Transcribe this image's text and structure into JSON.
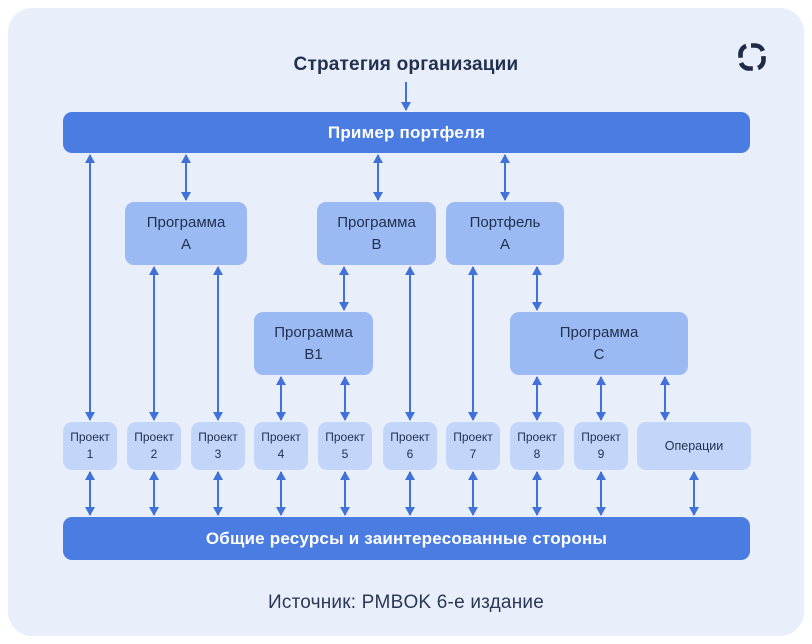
{
  "header": {
    "title": "Стратегия организации"
  },
  "icons": {
    "logo": "segmented-rounded-square-logo"
  },
  "colors": {
    "background": "#ffffff",
    "panel": "#e9eefb",
    "banner": "#4a7ce2",
    "node": "#9bbaf3",
    "project": "#c3d6fa",
    "arrow": "#4072d8",
    "ink": "#22314f",
    "logo": "#1e2a47",
    "white": "#ffffff"
  },
  "diagram": {
    "top_banner": "Пример портфеля",
    "bottom_banner": "Общие ресурсы и заинтересованные стороны",
    "programs": [
      {
        "label": "Программа",
        "sub": "A"
      },
      {
        "label": "Программа",
        "sub": "B"
      },
      {
        "label": "Портфель",
        "sub": "A"
      },
      {
        "label": "Программа",
        "sub": "B1"
      },
      {
        "label": "Программа",
        "sub": "C"
      }
    ],
    "projects": [
      {
        "label": "Проект",
        "sub": "1"
      },
      {
        "label": "Проект",
        "sub": "2"
      },
      {
        "label": "Проект",
        "sub": "3"
      },
      {
        "label": "Проект",
        "sub": "4"
      },
      {
        "label": "Проект",
        "sub": "5"
      },
      {
        "label": "Проект",
        "sub": "6"
      },
      {
        "label": "Проект",
        "sub": "7"
      },
      {
        "label": "Проект",
        "sub": "8"
      },
      {
        "label": "Проект",
        "sub": "9"
      }
    ],
    "operations": "Операции",
    "connections": [
      {
        "from": "Стратегия организации",
        "to": "Пример портфеля",
        "arrows": "down"
      },
      {
        "from": "Пример портфеля",
        "to": "Проект 1",
        "arrows": "both"
      },
      {
        "from": "Пример портфеля",
        "to": "Программа A",
        "arrows": "both"
      },
      {
        "from": "Пример портфеля",
        "to": "Программа B",
        "arrows": "both"
      },
      {
        "from": "Пример портфеля",
        "to": "Портфель A",
        "arrows": "both"
      },
      {
        "from": "Программа A",
        "to": "Проект 2",
        "arrows": "both"
      },
      {
        "from": "Программа A",
        "to": "Проект 3",
        "arrows": "both"
      },
      {
        "from": "Программа B",
        "to": "Программа B1",
        "arrows": "both"
      },
      {
        "from": "Программа B",
        "to": "Проект 6",
        "arrows": "both"
      },
      {
        "from": "Портфель A",
        "to": "Проект 7",
        "arrows": "both"
      },
      {
        "from": "Портфель A",
        "to": "Программа C",
        "arrows": "both"
      },
      {
        "from": "Программа B1",
        "to": "Проект 4",
        "arrows": "both"
      },
      {
        "from": "Программа B1",
        "to": "Проект 5",
        "arrows": "both"
      },
      {
        "from": "Программа C",
        "to": "Проект 8",
        "arrows": "both"
      },
      {
        "from": "Программа C",
        "to": "Проект 9",
        "arrows": "both"
      },
      {
        "from": "Программа C",
        "to": "Операции",
        "arrows": "both"
      },
      {
        "from": "Проект 1",
        "to": "Общие ресурсы и заинтересованные стороны",
        "arrows": "both"
      },
      {
        "from": "Проект 2",
        "to": "Общие ресурсы и заинтересованные стороны",
        "arrows": "both"
      },
      {
        "from": "Проект 3",
        "to": "Общие ресурсы и заинтересованные стороны",
        "arrows": "both"
      },
      {
        "from": "Проект 4",
        "to": "Общие ресурсы и заинтересованные стороны",
        "arrows": "both"
      },
      {
        "from": "Проект 5",
        "to": "Общие ресурсы и заинтересованные стороны",
        "arrows": "both"
      },
      {
        "from": "Проект 6",
        "to": "Общие ресурсы и заинтересованные стороны",
        "arrows": "both"
      },
      {
        "from": "Проект 7",
        "to": "Общие ресурсы и заинтересованные стороны",
        "arrows": "both"
      },
      {
        "from": "Проект 8",
        "to": "Общие ресурсы и заинтересованные стороны",
        "arrows": "both"
      },
      {
        "from": "Проект 9",
        "to": "Общие ресурсы и заинтересованные стороны",
        "arrows": "both"
      },
      {
        "from": "Операции",
        "to": "Общие ресурсы и заинтересованные стороны",
        "arrows": "both"
      }
    ]
  },
  "footer": {
    "source": "Источник: PMBOK 6-е издание"
  }
}
